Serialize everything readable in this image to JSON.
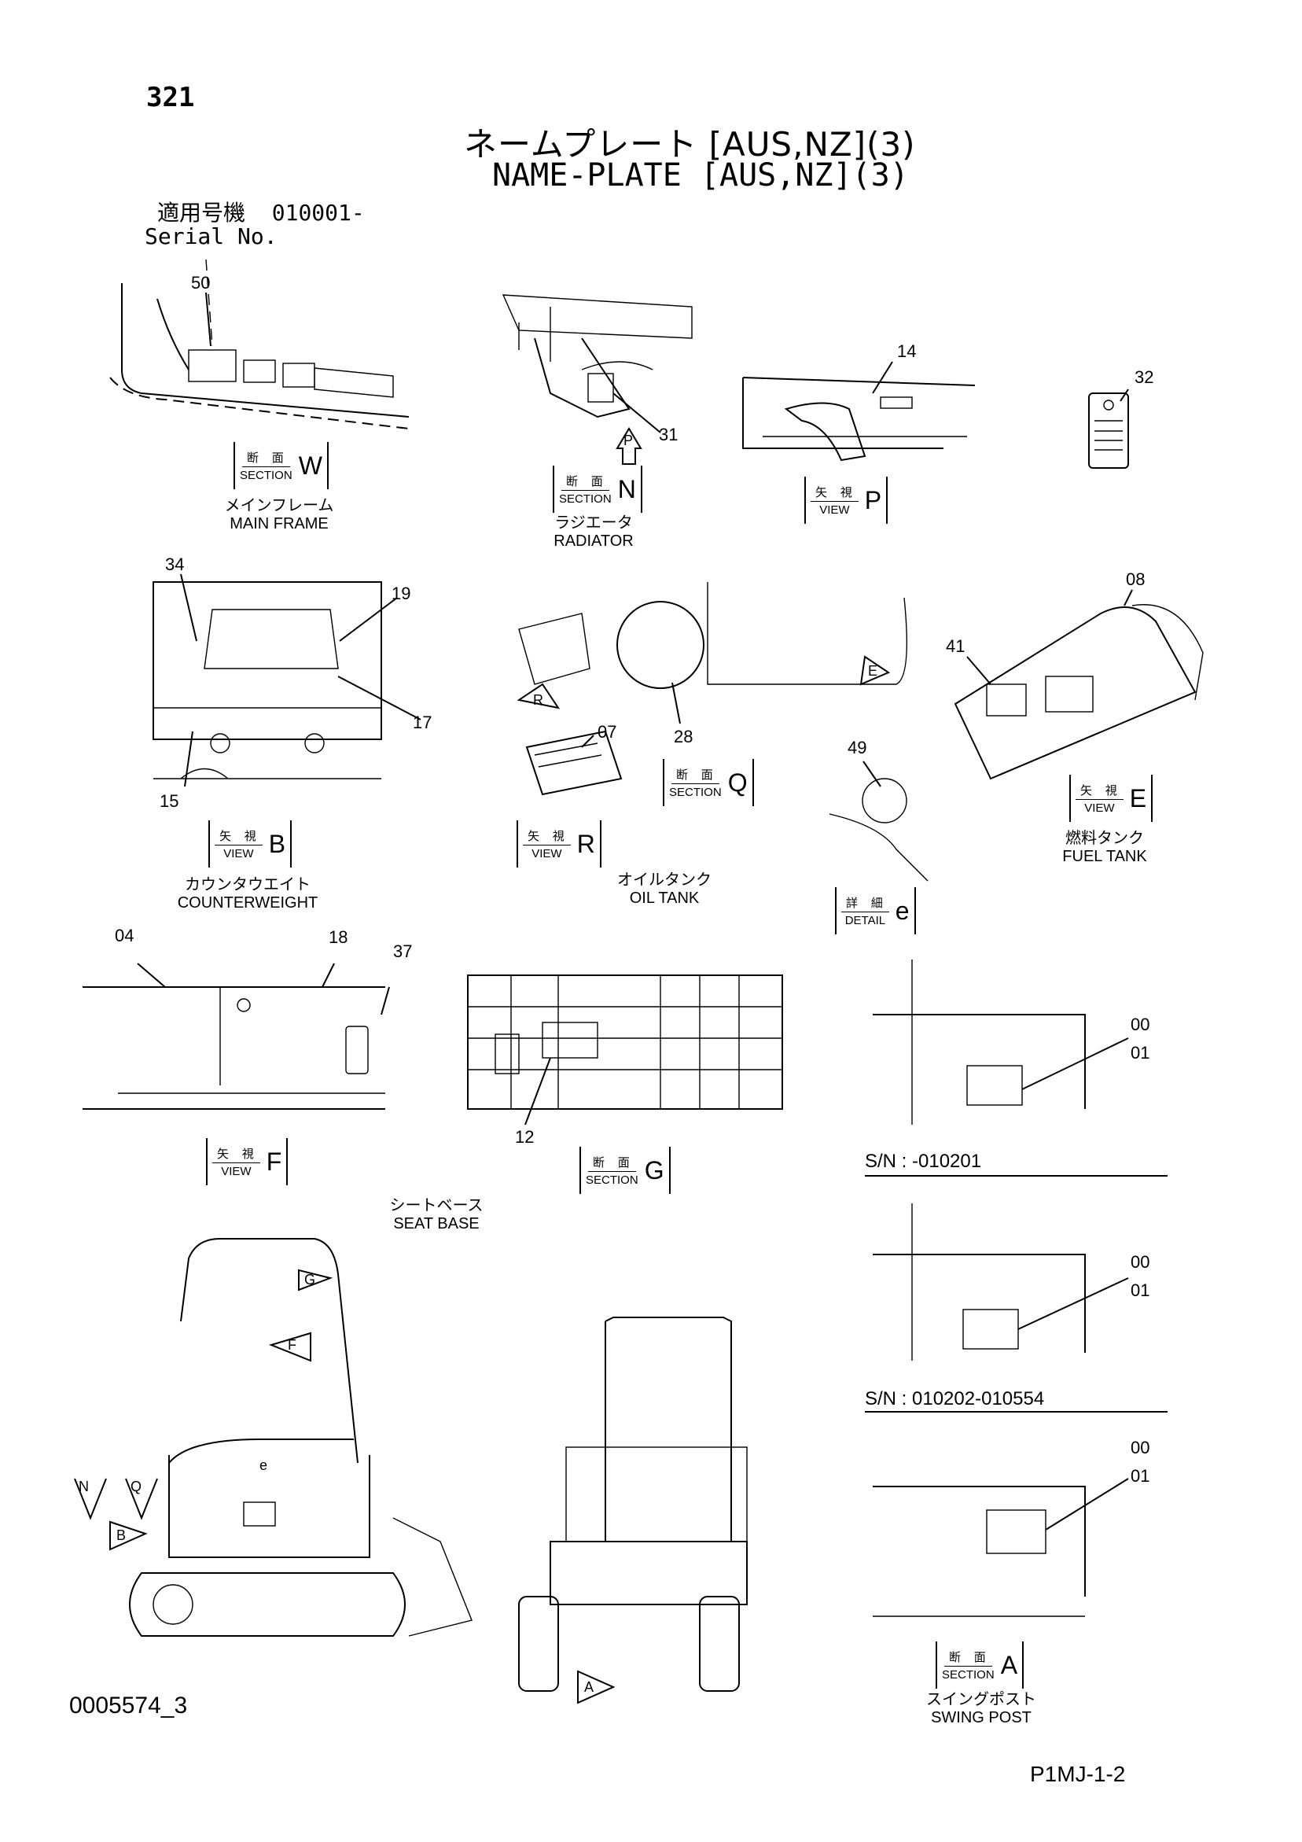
{
  "header": {
    "page_number": "321",
    "title_jp": "ネームプレート [AUS,NZ](3)",
    "title_en": "NAME-PLATE [AUS,NZ](3)",
    "serial_label_jp": "適用号機",
    "serial_value": "010001-",
    "serial_label_en": "Serial No."
  },
  "views": [
    {
      "id": "W",
      "jp": "断 面",
      "en": "SECTION",
      "letter": "W"
    },
    {
      "id": "N",
      "jp": "断 面",
      "en": "SECTION",
      "letter": "N"
    },
    {
      "id": "P",
      "jp": "矢 視",
      "en": "VIEW",
      "letter": "P"
    },
    {
      "id": "B",
      "jp": "矢 視",
      "en": "VIEW",
      "letter": "B"
    },
    {
      "id": "Q",
      "jp": "断 面",
      "en": "SECTION",
      "letter": "Q"
    },
    {
      "id": "R",
      "jp": "矢 視",
      "en": "VIEW",
      "letter": "R"
    },
    {
      "id": "E",
      "jp": "矢 視",
      "en": "VIEW",
      "letter": "E"
    },
    {
      "id": "e",
      "jp": "詳 細",
      "en": "DETAIL",
      "letter": "e"
    },
    {
      "id": "F",
      "jp": "矢 視",
      "en": "VIEW",
      "letter": "F"
    },
    {
      "id": "G",
      "jp": "断 面",
      "en": "SECTION",
      "letter": "G"
    },
    {
      "id": "A",
      "jp": "断 面",
      "en": "SECTION",
      "letter": "A"
    }
  ],
  "captions": {
    "main_frame": {
      "jp": "メインフレーム",
      "en": "MAIN FRAME"
    },
    "radiator": {
      "jp": "ラジエータ",
      "en": "RADIATOR"
    },
    "counterweight": {
      "jp": "カウンタウエイト",
      "en": "COUNTERWEIGHT"
    },
    "oil_tank": {
      "jp": "オイルタンク",
      "en": "OIL TANK"
    },
    "fuel_tank": {
      "jp": "燃料タンク",
      "en": "FUEL TANK"
    },
    "seat_base": {
      "jp": "シートベース",
      "en": "SEAT BASE"
    },
    "swing_post": {
      "jp": "スイングポスト",
      "en": "SWING POST"
    }
  },
  "callouts": [
    "50",
    "31",
    "14",
    "32",
    "34",
    "19",
    "17",
    "15",
    "07",
    "28",
    "49",
    "08",
    "41",
    "04",
    "18",
    "37",
    "12",
    "00",
    "01",
    "00",
    "01",
    "00",
    "01"
  ],
  "arrow_labels": [
    "P",
    "R",
    "E",
    "G",
    "F",
    "N",
    "Q",
    "B",
    "A",
    "e"
  ],
  "serial_ranges": [
    "S/N : -010201",
    "S/N : 010202-010554"
  ],
  "footer": {
    "drawing_id": "0005574_3",
    "page_code": "P1MJ-1-2"
  }
}
